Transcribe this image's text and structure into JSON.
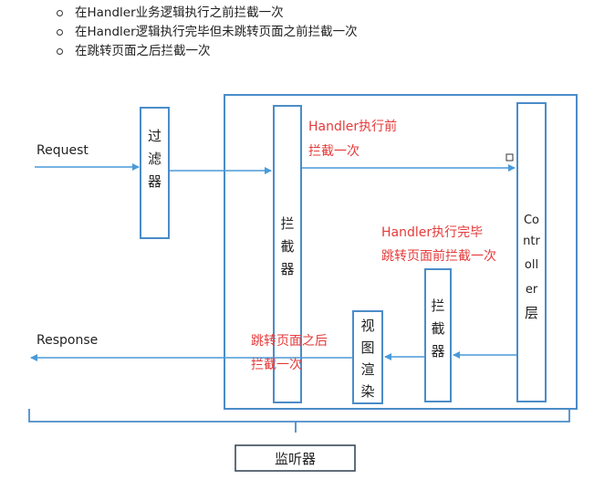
{
  "bullets": [
    "在Handler业务逻辑执行之前拦截一次",
    "在Handler逻辑执行完毕但未跳转页面之前拦截一次",
    "在跳转页面之后拦截一次"
  ],
  "diagram": {
    "request_label": "Request",
    "response_label": "Response",
    "filter_chars": [
      "过",
      "滤",
      "器"
    ],
    "interceptor_main_chars": [
      "拦",
      "截",
      "器"
    ],
    "controller_lines": [
      "Co",
      "ntr",
      "oll",
      "er",
      "层"
    ],
    "interceptor_small_chars": [
      "拦",
      "截",
      "器"
    ],
    "view_render_chars": [
      "视",
      "图",
      "渲",
      "染"
    ],
    "listener_label": "监听器",
    "annotation_before_line1": "Handler执行前",
    "annotation_before_line2": "拦截一次",
    "annotation_after_line1": "Handler执行完毕",
    "annotation_after_line2": "跳转页面前拦截一次",
    "annotation_view_line1": "跳转页面之后",
    "annotation_view_line2": "拦截一次"
  },
  "colors": {
    "box_stroke": "#4a8cc8",
    "arrow": "#4a9ad8",
    "annotation": "#e53a3a",
    "text": "#222222",
    "listener_stroke": "#3a4a5a"
  }
}
